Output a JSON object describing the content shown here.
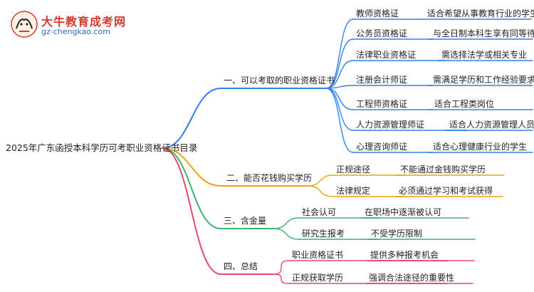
{
  "logo": {
    "title": "大牛教育成考网",
    "url": "gz-chengkao.com"
  },
  "root": "2025年广东函授本科学历可考职业资格证书目录",
  "colors": {
    "branch1": "#2f80ed",
    "branch2": "#f0a20a",
    "branch3": "#3bb26f",
    "branch4": "#e8476b"
  },
  "branches": [
    {
      "label": "一、可以考取的职业资格证书",
      "children": [
        {
          "label": "教师资格证",
          "detail": "适合希望从事教育行业的学生"
        },
        {
          "label": "公务员资格证",
          "detail": "与全日制本科生享有同等待遇"
        },
        {
          "label": "法律职业资格证",
          "detail": "需选择法学或相关专业"
        },
        {
          "label": "注册会计师证",
          "detail": "需满足学历和工作经验要求"
        },
        {
          "label": "工程师资格证",
          "detail": "适合工程类岗位"
        },
        {
          "label": "人力资源管理师证",
          "detail": "适合人力资源管理人员"
        },
        {
          "label": "心理咨询师证",
          "detail": "适合心理健康行业的学生"
        }
      ]
    },
    {
      "label": "二、能否花钱购买学历",
      "children": [
        {
          "label": "正规途径",
          "detail": "不能通过金钱购买学历"
        },
        {
          "label": "法律规定",
          "detail": "必须通过学习和考试获得"
        }
      ]
    },
    {
      "label": "三、含金量",
      "children": [
        {
          "label": "社会认可",
          "detail": "在职场中逐渐被认可"
        },
        {
          "label": "研究生报考",
          "detail": "不受学历限制"
        }
      ]
    },
    {
      "label": "四、总结",
      "children": [
        {
          "label": "职业资格证书",
          "detail": "提供多种报考机会"
        },
        {
          "label": "正规获取学历",
          "detail": "强调合法途径的重要性"
        }
      ]
    }
  ]
}
